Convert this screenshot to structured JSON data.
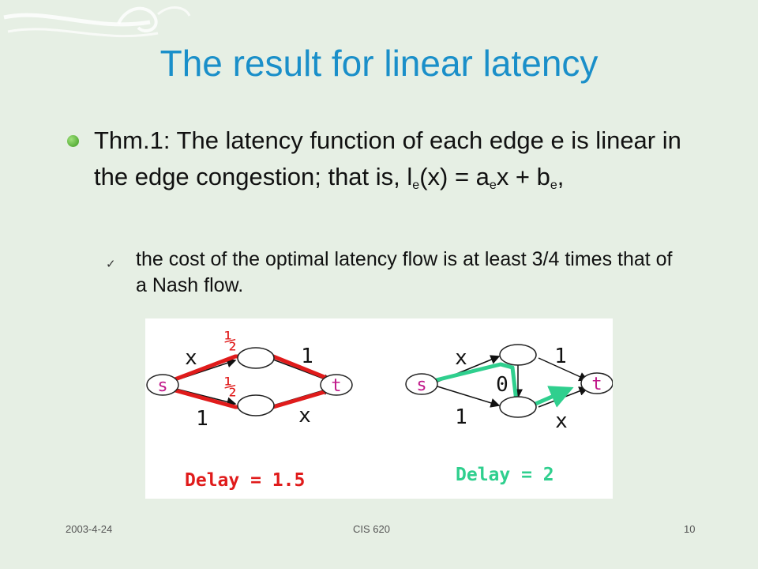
{
  "title": "The result for linear latency",
  "bullet": {
    "p1": "Thm.1: The latency function of each edge e is linear in the edge congestion; that is, l",
    "s1": "e",
    "p2": "(x) = a",
    "s2": "e",
    "p3": "x + b",
    "s3": "e",
    "p4": ","
  },
  "sub_bullet": "the cost of the optimal latency flow is at least 3/4 times that of a Nash flow.",
  "diagram_left": {
    "source": "s",
    "sink": "t",
    "top_left_edge": "x",
    "top_right_edge": "1",
    "bottom_left_edge": "1",
    "bottom_right_edge": "x",
    "half_label": "½",
    "caption": "Delay = 1.5",
    "flow_color": "#e01b1b"
  },
  "diagram_right": {
    "source": "s",
    "sink": "t",
    "top_left_edge": "x",
    "top_right_edge": "1",
    "bottom_left_edge": "1",
    "bottom_right_edge": "x",
    "middle_edge": "0",
    "caption": "Delay = 2",
    "flow_color": "#2fcf8e"
  },
  "footer": {
    "date": "2003-4-24",
    "course": "CIS 620",
    "page": "10"
  },
  "colors": {
    "background": "#e6efe4",
    "title": "#1a8fc9"
  }
}
